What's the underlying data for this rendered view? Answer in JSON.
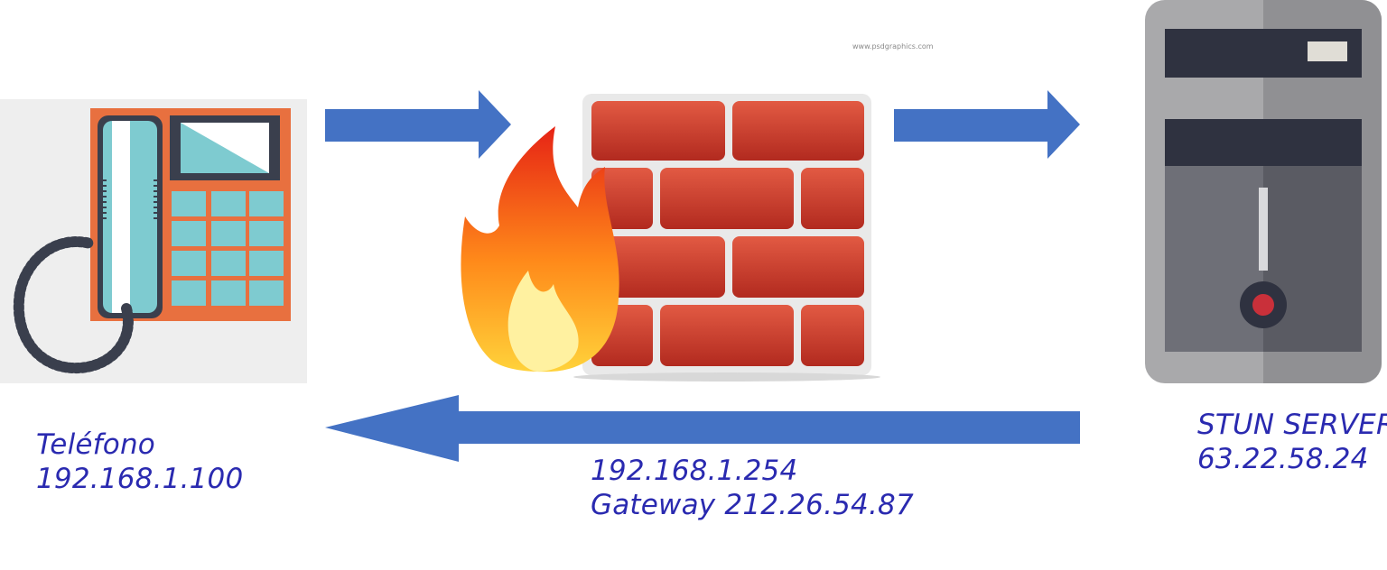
{
  "nodes": {
    "phone": {
      "name": "Teléfono",
      "ip": "192.168.1.100"
    },
    "gateway": {
      "ip": "192.168.1.254",
      "name": "Gateway 212.26.54.87"
    },
    "stun_server": {
      "name": "STUN SERVER",
      "ip": "63.22.58.24"
    }
  },
  "watermark": "www.psdgraphics.com",
  "colors": {
    "arrow": "#4472c4",
    "label_text": "#2a2ab0",
    "phone_body": "#e8703f",
    "phone_keys": "#7ecbd0",
    "brick": "#c7372a",
    "server_body": "#a9a9ab"
  },
  "icons": {
    "phone": "desk-phone-icon",
    "firewall": "firewall-icon",
    "server": "server-tower-icon"
  }
}
